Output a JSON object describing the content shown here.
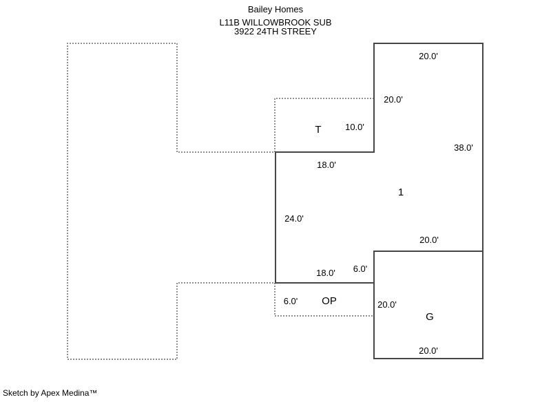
{
  "header": {
    "company": "Bailey Homes",
    "legal": "L11B WILLOWBROOK SUB",
    "address": "3922 24TH STREEY"
  },
  "footer": {
    "credit": "Sketch by Apex Medina™"
  },
  "colors": {
    "wall_line": "#454545",
    "boundary_line": "#8e8e8e",
    "text": "#000000",
    "background": "#ffffff"
  },
  "areas": {
    "main": "1",
    "t_porch": "T",
    "open_porch": "OP",
    "garage": "G"
  },
  "dimensions": {
    "main_top": "20.0'",
    "main_upper_left": "20.0'",
    "t_height": "10.0'",
    "main_right": "38.0'",
    "t_width": "18.0'",
    "main_left": "24.0'",
    "garage_top": "20.0'",
    "op_width": "18.0'",
    "garage_left_offset": "6.0'",
    "op_depth": "6.0'",
    "garage_left": "20.0'",
    "garage_bottom": "20.0'"
  }
}
